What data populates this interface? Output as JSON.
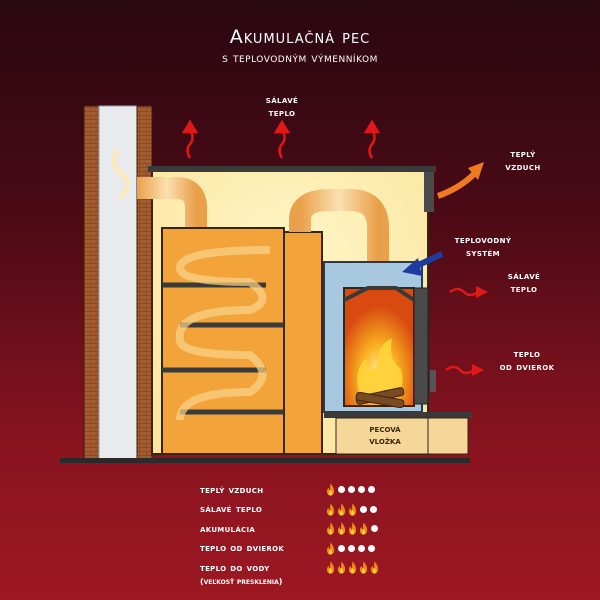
{
  "title": "Akumulačná pec",
  "subtitle": "s teplovodným výmenníkom",
  "labels": {
    "radiant_top": [
      "sálavé",
      "teplo"
    ],
    "warm_air": [
      "teplý",
      "vzduch"
    ],
    "water_system": [
      "teplovodný",
      "systém"
    ],
    "radiant_right": [
      "sálavé",
      "teplo"
    ],
    "door_heat": [
      "teplo",
      "od dvierok"
    ],
    "stove_insert": [
      "pecová",
      "vložka"
    ]
  },
  "legend": [
    {
      "label": "teplý vzduch",
      "level": 1,
      "max": 5
    },
    {
      "label": "sálavé teplo",
      "level": 3,
      "max": 5
    },
    {
      "label": "akumulácia",
      "level": 4,
      "max": 5
    },
    {
      "label": "teplo od dvierok",
      "level": 1,
      "max": 5
    },
    {
      "label": "teplo do vody",
      "level": 5,
      "max": 5
    }
  ],
  "legend_note": "(veľkosť presklenia)",
  "colors": {
    "flame": "#f08a10",
    "arrow_red": "#e01818",
    "arrow_orange": "#f07a20",
    "arrow_blue": "#1f3aa0",
    "brick": "#8a4a26",
    "stove_body": "#f2a43a",
    "water_jacket": "#a8c8e0"
  }
}
